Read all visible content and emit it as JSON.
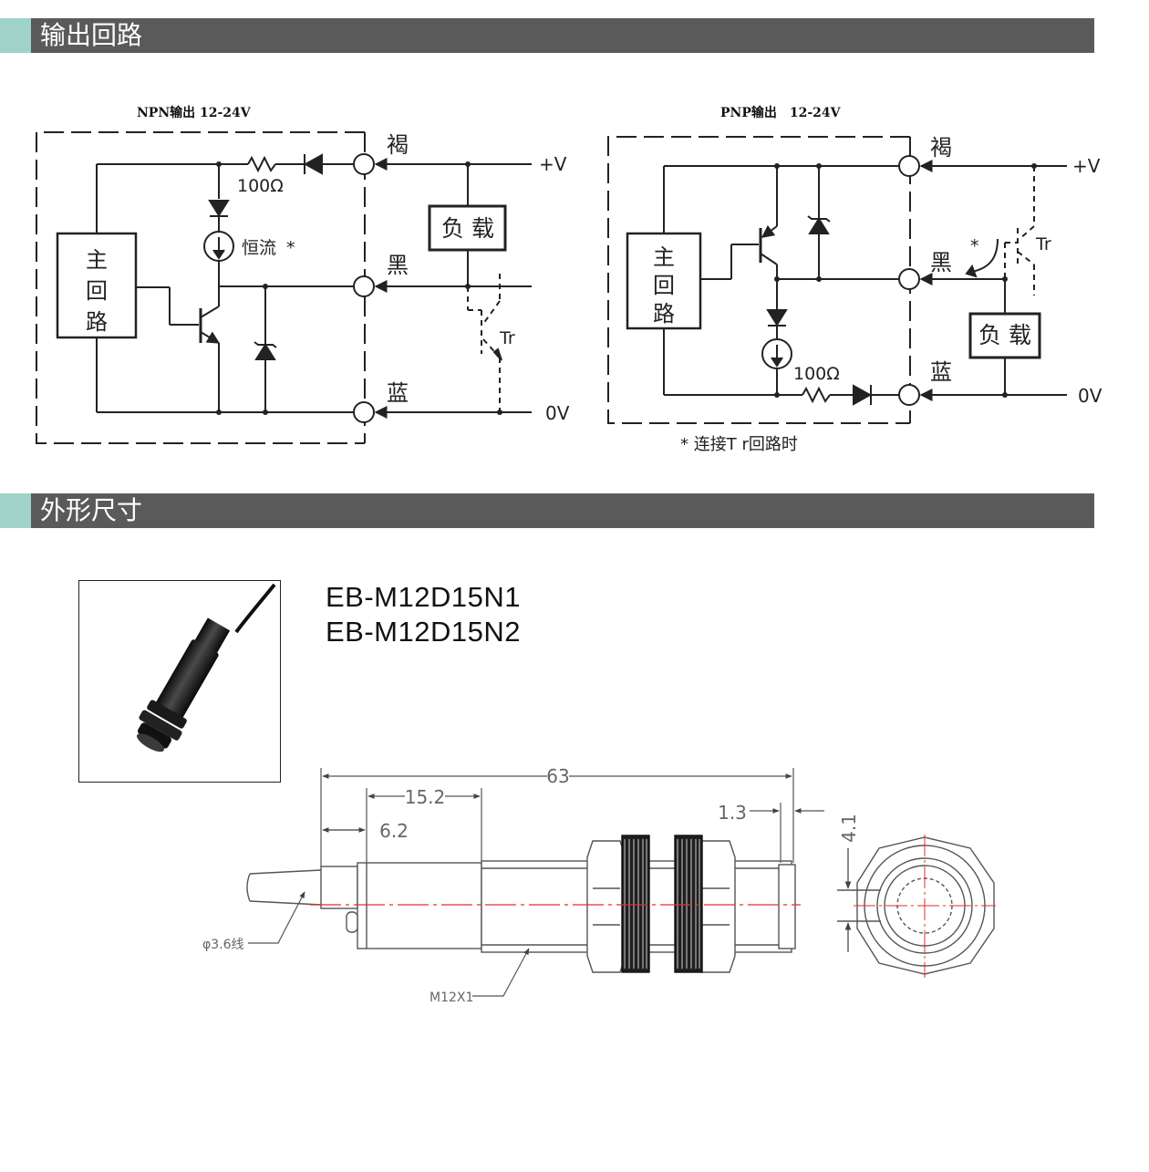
{
  "colors": {
    "accent": "#9fd3c9",
    "bar": "#5a5a5a",
    "centerline": "#e0302a"
  },
  "sections": [
    {
      "title": "输出回路"
    },
    {
      "title": "外形尺寸"
    }
  ],
  "npn": {
    "title": "NPN输出 12-24V",
    "main_circuit": [
      "主",
      "回",
      "路"
    ],
    "resistor": "100Ω",
    "current": "恒流",
    "asterisk": "*",
    "brown": "褐",
    "black": "黑",
    "blue": "蓝",
    "plus_v": "+V",
    "zero_v": "0V",
    "load": "负 载",
    "tr": "Tr"
  },
  "pnp": {
    "title": "PNP输出　12-24V",
    "main_circuit": [
      "主",
      "回",
      "路"
    ],
    "resistor": "100Ω",
    "brown": "褐",
    "black": "黑",
    "blue": "蓝",
    "plus_v": "+V",
    "zero_v": "0V",
    "load": "负 载",
    "tr": "Tr",
    "asterisk": "*",
    "note": "* 连接T r回路时"
  },
  "models": [
    "EB-M12D15N1",
    "EB-M12D15N2"
  ],
  "dimensions": {
    "overall": "63",
    "d15": "15.2",
    "d6": "6.2",
    "d13": "1.3",
    "d41": "4.1",
    "cable": "φ3.6线",
    "thread": "M12X1"
  }
}
